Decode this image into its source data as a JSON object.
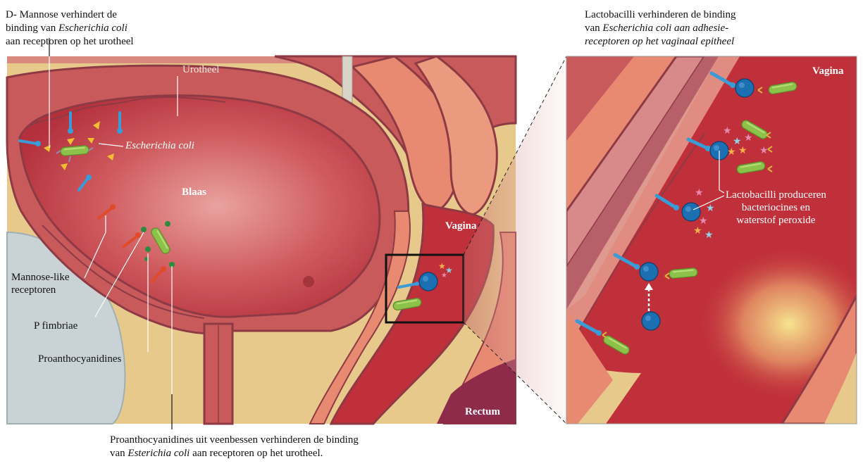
{
  "captions": {
    "top_left": {
      "line1": "D- Mannose verhindert de",
      "line2_pre": "binding van ",
      "line2_em": "Escherichia coli",
      "line3": "aan receptoren op het urotheel"
    },
    "top_right": {
      "line1": "Lactobacilli verhinderen de binding",
      "line2_pre": "van ",
      "line2_em": "Escherichia coli aan adhesie-",
      "line3_em": "receptoren op het vaginaal epitheel"
    },
    "bottom": {
      "line1": "Proanthocyanidines uit veenbessen verhinderen de binding",
      "line2_pre": "van ",
      "line2_em": "Esterichia coli",
      "line2_post": " aan receptoren op het urotheel."
    }
  },
  "labels": {
    "urotheel": "Urotheel",
    "ecoli": "Escherichia coli",
    "blaas": "Blaas",
    "vagina_main": "Vagina",
    "rectum": "Rectum",
    "mannose_like_1": "Mannose-like",
    "mannose_like_2": "receptoren",
    "p_fimbriae": "P fimbriae",
    "proanthocyanidines": "Proanthocyanidines",
    "vagina_zoom": "Vagina",
    "lacto_1": "Lactobacilli produceren",
    "lacto_2": "bacteriocines en",
    "lacto_3": "waterstof peroxide"
  },
  "colors": {
    "bladder_red": "#c23a45",
    "tissue_pink": "#e2866f",
    "wall_rose": "#b8606a",
    "fat_yellow": "#e8c98c",
    "bone_gray": "#c9d3d6",
    "receptor_blue": "#3a9bd6",
    "receptor_red": "#e04b2c",
    "lactobacillus_blue": "#1c6fb0",
    "ecoli_green": "#8cc24a"
  }
}
